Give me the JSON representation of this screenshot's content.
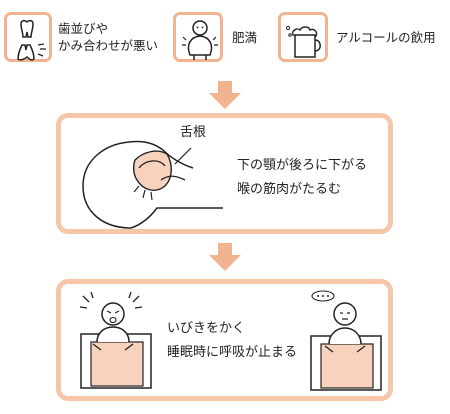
{
  "colors": {
    "accent": "#f2b38f",
    "panel_border": "#f5c6a8",
    "fill": "#f8d2bd",
    "line": "#222222"
  },
  "causes": [
    {
      "icon": "teeth-icon",
      "lines": [
        "歯並びや",
        "かみ合わせが悪い"
      ]
    },
    {
      "icon": "obese-person-icon",
      "lines": [
        "肥満"
      ]
    },
    {
      "icon": "beer-mug-icon",
      "lines": [
        "アルコールの飲用"
      ]
    }
  ],
  "step1": {
    "callout": "舌根",
    "lines": [
      "下の顎が後ろに下がる",
      "喉の筋肉がたるむ"
    ]
  },
  "step2": {
    "lines": [
      "いびきをかく",
      "睡眠時に呼吸が止まる"
    ]
  }
}
